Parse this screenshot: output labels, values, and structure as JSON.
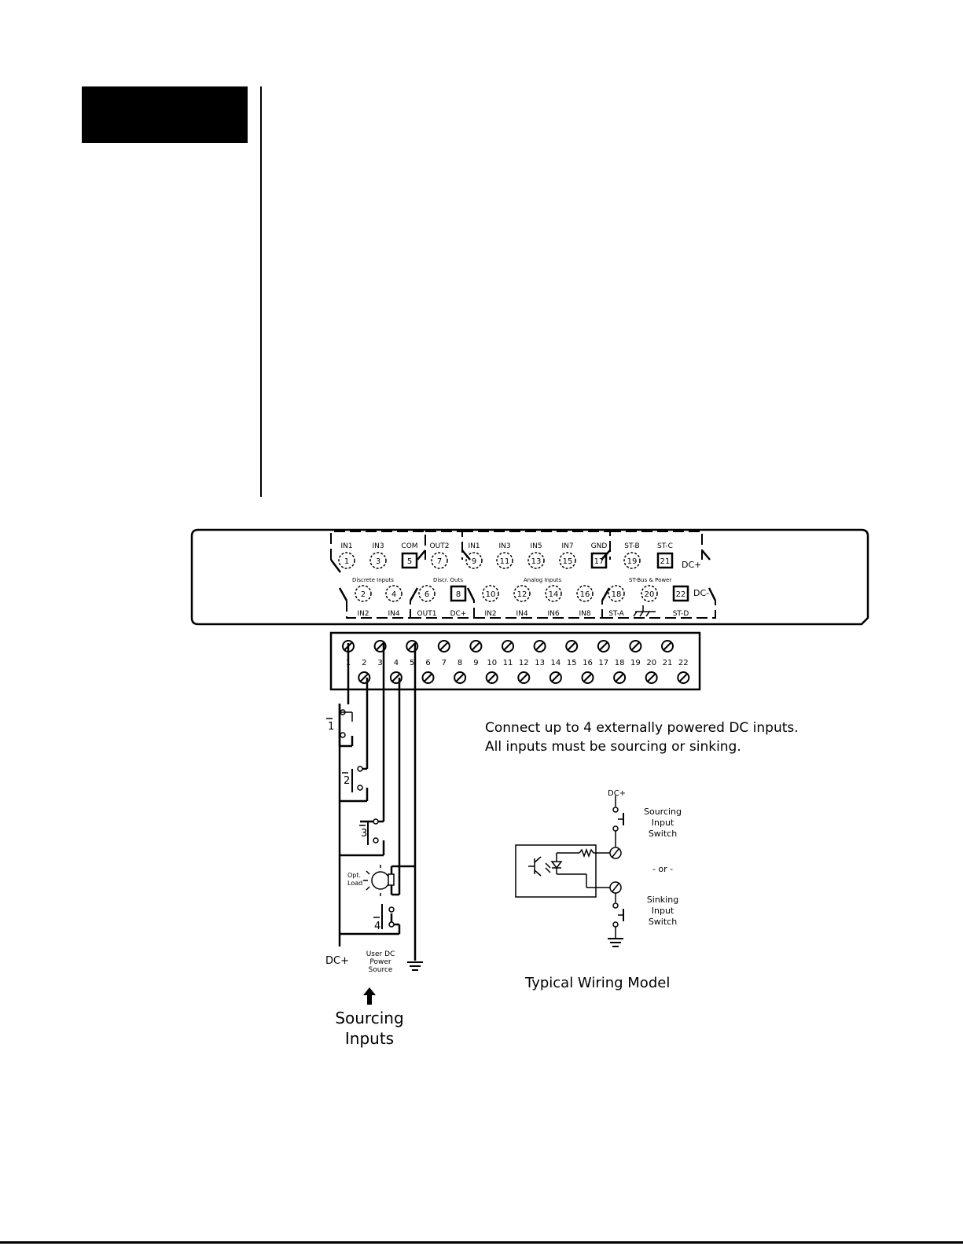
{
  "connector": {
    "top_labels": [
      "IN1",
      "IN3",
      "COM",
      "OUT2",
      "IN1",
      "IN3",
      "IN5",
      "IN7",
      "GND",
      "ST-B",
      "ST-C"
    ],
    "top_numbers": [
      "1",
      "3",
      "5",
      "7",
      "9",
      "11",
      "13",
      "15",
      "17",
      "19",
      "21"
    ],
    "dc_plus_label": "DC+",
    "bottom_numbers": [
      "2",
      "4",
      "6",
      "8",
      "10",
      "12",
      "14",
      "16",
      "18",
      "20",
      "22"
    ],
    "bottom_labels": [
      "IN2",
      "IN4",
      "OUT1",
      "DC+",
      "IN2",
      "IN4",
      "IN6",
      "IN8",
      "ST-A",
      "",
      "ST-D"
    ],
    "dc_minus_label": "DC-",
    "group_labels": [
      "Discrete Inputs",
      "Discr. Outs",
      "Analog Inputs",
      "ST-Bus & Power"
    ]
  },
  "terminal_block": {
    "numbers": [
      "1",
      "2",
      "3",
      "4",
      "5",
      "6",
      "7",
      "8",
      "9",
      "10",
      "11",
      "12",
      "13",
      "14",
      "15",
      "16",
      "17",
      "18",
      "19",
      "20",
      "21",
      "22"
    ]
  },
  "circuit": {
    "switch_labels": [
      "1",
      "2",
      "3",
      "4"
    ],
    "load_label": "Opt. Load",
    "dc_plus": "DC+",
    "source_label": "User DC Power Source",
    "caption": "Sourcing Inputs"
  },
  "note": {
    "line1": "Connect up to 4 externally powered DC inputs.",
    "line2": "All inputs must be sourcing or sinking."
  },
  "model": {
    "dc_plus": "DC+",
    "sourcing_label": "Sourcing Input Switch",
    "or_label": "- or -",
    "sinking_label": "Sinking Input Switch",
    "caption": "Typical Wiring Model"
  }
}
